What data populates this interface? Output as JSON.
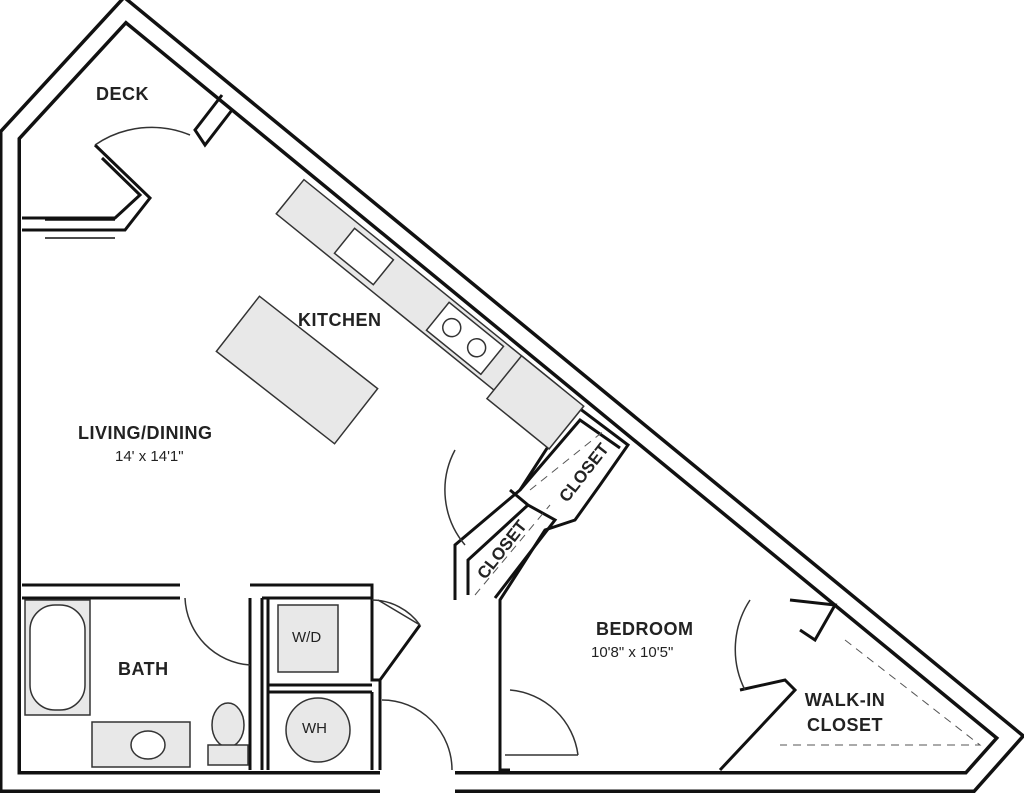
{
  "rooms": {
    "deck": "DECK",
    "kitchen": "KITCHEN",
    "living": {
      "name": "LIVING/DINING",
      "size": "14' x 14'1\""
    },
    "bedroom": {
      "name": "BEDROOM",
      "size": "10'8\" x 10'5\""
    },
    "bath": "BATH",
    "washer_dryer": "W/D",
    "water_heater": "WH",
    "closet_1": "CLOSET",
    "closet_2": "CLOSET",
    "walk_in_closet": {
      "line1": "WALK-IN",
      "line2": "CLOSET"
    }
  }
}
